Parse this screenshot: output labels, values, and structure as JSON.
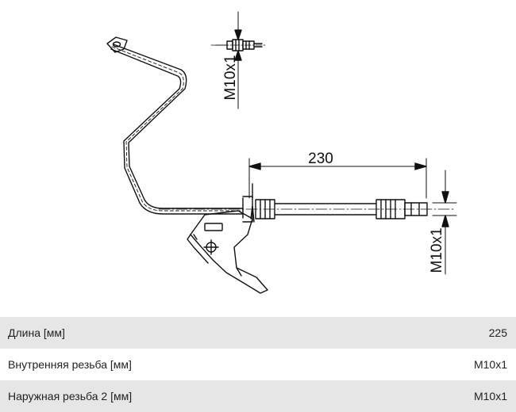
{
  "drawing": {
    "dim_length": "230",
    "thread_top": "M10x1",
    "thread_right": "M10x1"
  },
  "specs": [
    {
      "label": "Длина [мм]",
      "value": "225"
    },
    {
      "label": "Внутренняя резьба [мм]",
      "value": "M10x1"
    },
    {
      "label": "Наружная резьба 2 [мм]",
      "value": "M10x1"
    }
  ]
}
